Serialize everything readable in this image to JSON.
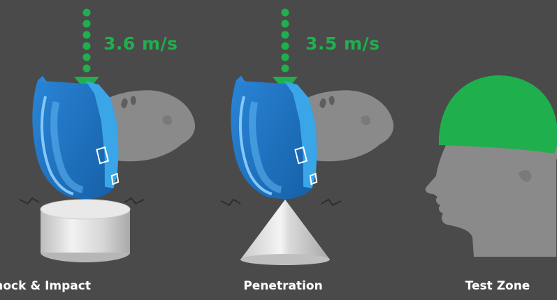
{
  "panels": [
    {
      "caption": "Shock & Impact",
      "speed": "3.6 m/s"
    },
    {
      "caption": "Penetration",
      "speed": "3.5 m/s"
    },
    {
      "caption": "Test Zone"
    }
  ],
  "colors": {
    "background": "#4a4a4a",
    "accent_green": "#1fb04d",
    "helmet_blue": "#1d6fbd",
    "head_gray": "#8a8a8a"
  },
  "icons": [
    "drop-arrow-icon",
    "helmet-icon",
    "head-icon",
    "anvil-icon",
    "cone-icon"
  ]
}
